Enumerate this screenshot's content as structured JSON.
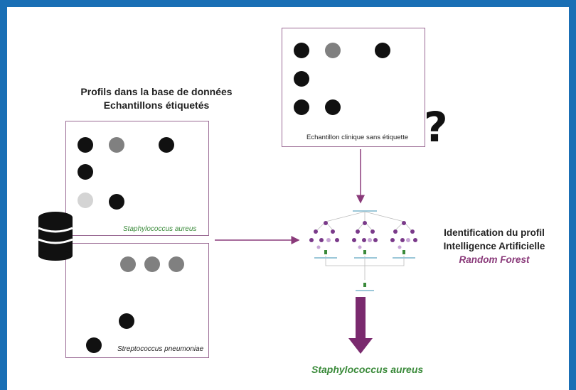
{
  "database_title": {
    "line1": "Profils dans la base de données",
    "line2": "Echantillons étiquetés"
  },
  "panel_top": {
    "label": "Staphylococcus aureus"
  },
  "panel_bottom": {
    "label": "Streptococcus pneumoniae"
  },
  "clinical_sample": {
    "label": "Echantillon clinique sans étiquette"
  },
  "question_mark": "?",
  "identification": {
    "line1": "Identification du profil",
    "line2": "Intelligence Artificielle",
    "line3": "Random Forest"
  },
  "result": "Staphylococcus aureus",
  "colors": {
    "border": "#1a6fb5",
    "panel_border": "#9a6a94",
    "arrow": "#8a3a7a",
    "species_green": "#3a8a3a",
    "dot_black": "#111111",
    "dot_gray": "#808080",
    "dot_light": "#d4d4d4"
  },
  "icons": [
    "database-icon",
    "question-mark-icon",
    "random-forest-diagram"
  ]
}
